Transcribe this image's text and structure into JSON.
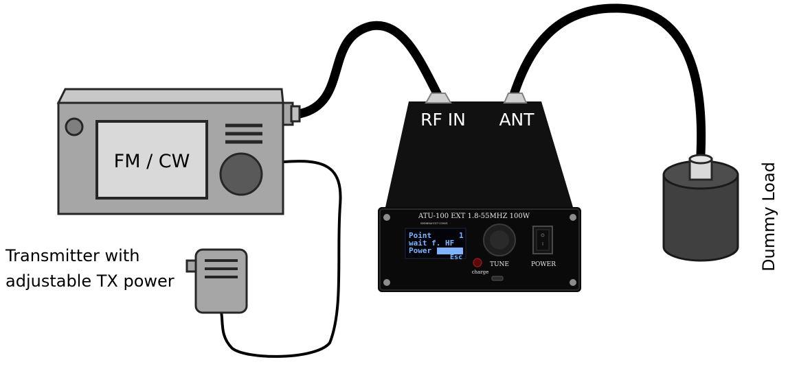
{
  "labels": {
    "radio_mode": "FM / CW",
    "transmitter": [
      "Transmitter with",
      "adjustable TX power"
    ],
    "rf_in": "RF IN",
    "ant": "ANT",
    "dummy_load": "Dummy Load"
  },
  "tuner": {
    "model": "ATU-100 EXT 1.8-55MHZ 100W",
    "serial": "SN88SA-V37-21891",
    "tune": "TUNE",
    "power": "POWER",
    "charge": "charge",
    "display": [
      "Point",
      "1",
      "wait f. HF",
      "Power",
      "Esc"
    ]
  },
  "colors": {
    "radio_body": "#a6a6a6",
    "outline": "#262626",
    "cable": "#000000",
    "tuner_case": "#121212",
    "oled_text": "#7fb2ff"
  }
}
